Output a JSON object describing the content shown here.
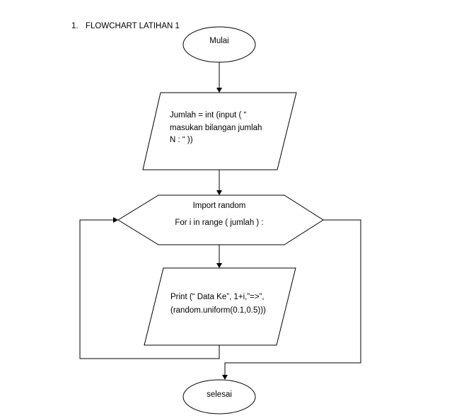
{
  "document": {
    "heading_number": "1.",
    "heading_text": "FLOWCHART LATIHAN 1"
  },
  "flowchart": {
    "start": {
      "label": "Mulai"
    },
    "input": {
      "lines": [
        "Jumlah = int (input ( “",
        "masukan bilangan jumlah",
        "N : “ ))"
      ]
    },
    "loop": {
      "lines": [
        "Import random",
        "For i in range ( jumlah ) :"
      ]
    },
    "output": {
      "lines": [
        "Print (“ Data Ke”, 1+i,”=>”,",
        "(random.uniform(0.1,0.5)))"
      ]
    },
    "end": {
      "label": "selesai"
    }
  }
}
